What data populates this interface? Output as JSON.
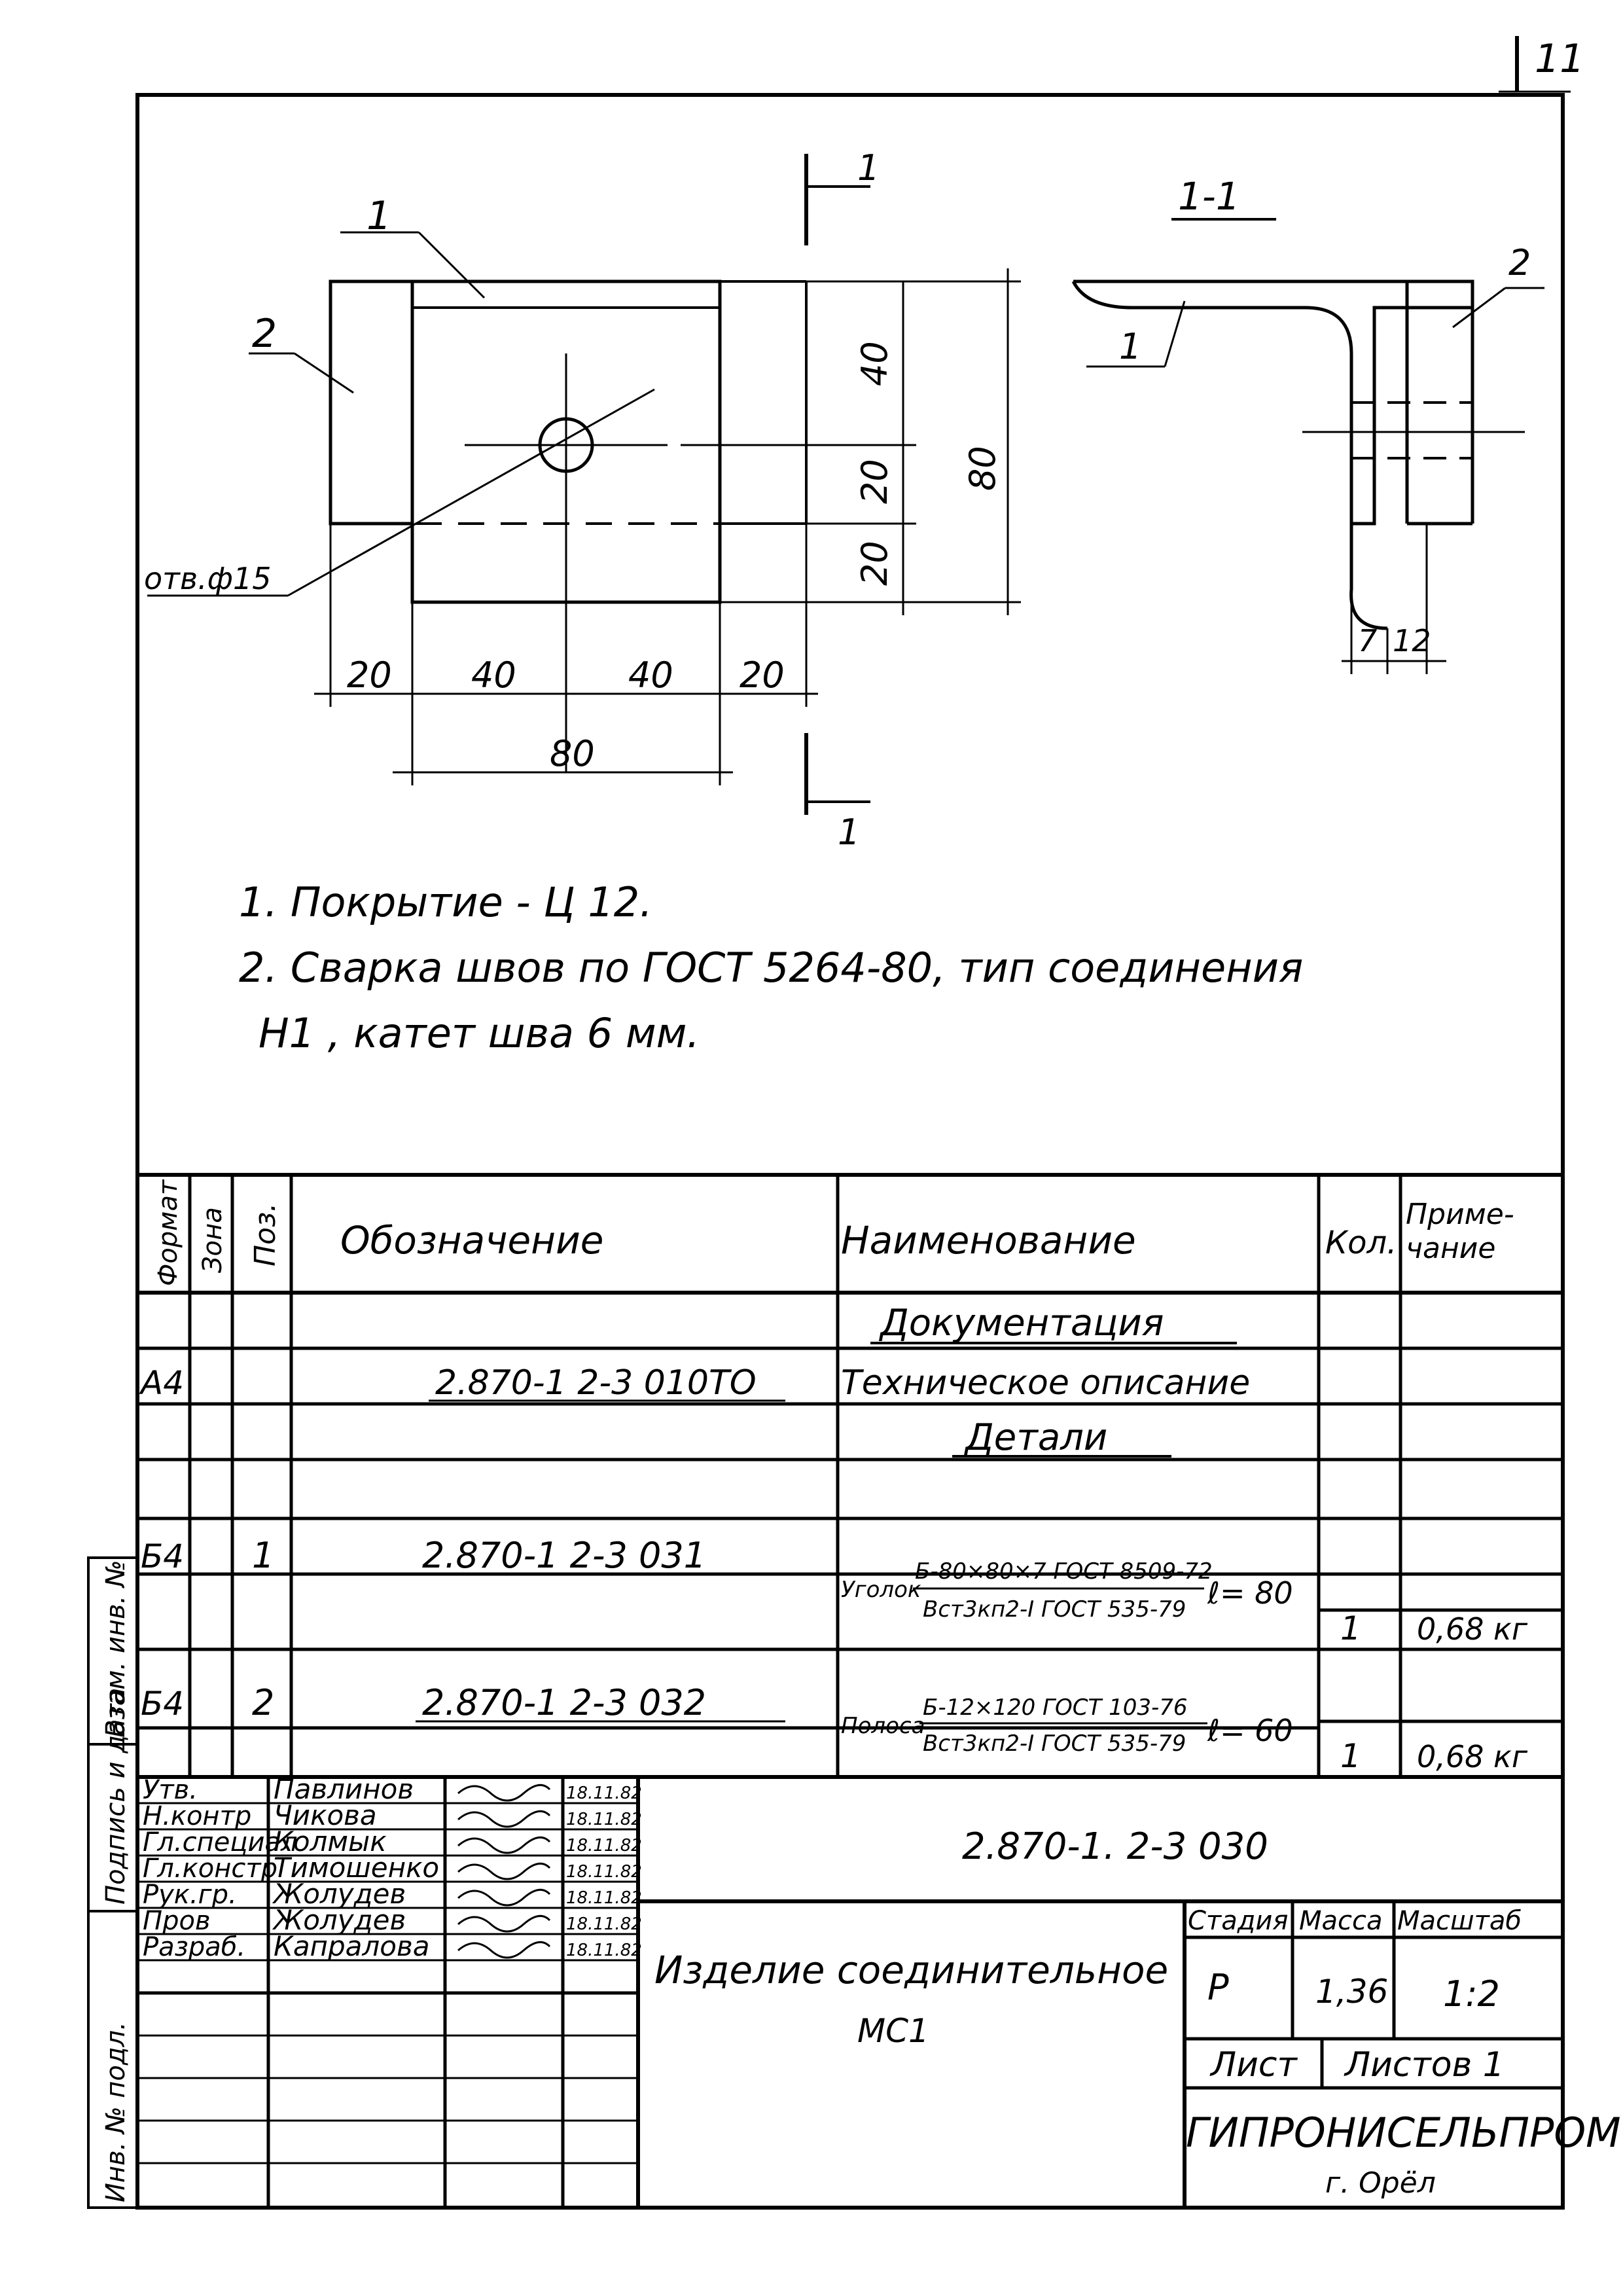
{
  "sheet_number": "11",
  "drawing": {
    "callout_1": "1",
    "callout_2": "2",
    "hole_label": "отв.ф15",
    "dim_40": "40",
    "dim_20a": "20",
    "dim_20b": "20",
    "dim_80v": "80",
    "dim_bottom": [
      "20",
      "40",
      "40",
      "20"
    ],
    "dim_80h": "80",
    "section_mark": "1",
    "section_title": "1-1",
    "section_callout_1": "1",
    "section_callout_2": "2",
    "dim_7": "7",
    "dim_12": "12"
  },
  "notes": [
    "1. Покрытие - Ц 12.",
    "2. Сварка швов по ГОСТ 5264-80, тип соединения",
    "Н1 , катет шва 6 мм."
  ],
  "spec_table": {
    "headers": {
      "format": "Формат",
      "zone": "Зона",
      "pos": "Поз.",
      "designation": "Обозначение",
      "name": "Наименование",
      "qty": "Кол.",
      "note": "Приме-\nчание"
    },
    "section_docs": "Документация",
    "row_doc": {
      "format": "А4",
      "designation": "2.870-1 2-3 010ТО",
      "name": "Техническое описание"
    },
    "section_parts": "Детали",
    "row1": {
      "format": "Б4",
      "pos": "1",
      "designation": "2.870-1 2-3 031",
      "name_prefix": "Уголок",
      "name_num": "Б-80×80×7 ГОСТ 8509-72",
      "name_den": "Вст3кп2-I ГОСТ 535-79",
      "name_len": "ℓ= 80",
      "qty": "1",
      "note": "0,68 кг"
    },
    "row2": {
      "format": "Б4",
      "pos": "2",
      "designation": "2.870-1 2-3 032",
      "name_prefix": "Полоса",
      "name_num": "Б-12×120 ГОСТ 103-76",
      "name_den": "Вст3кп2-I ГОСТ 535-79",
      "name_len": "ℓ= 60",
      "qty": "1",
      "note": "0,68 кг"
    }
  },
  "side_stamp": [
    "Инв. № подл.",
    "Подпись и дата",
    "Взам. инв. №"
  ],
  "title_block": {
    "signers": [
      {
        "role": "Утв.",
        "name": "Павлинов",
        "date": "18.11.82"
      },
      {
        "role": "Н.контр",
        "name": "Чикова",
        "date": "18.11.82"
      },
      {
        "role": "Гл.специал",
        "name": "Колмык",
        "date": "18.11.82"
      },
      {
        "role": "Гл.констр",
        "name": "Тимошенко",
        "date": "18.11.82"
      },
      {
        "role": "Рук.гр.",
        "name": "Жолудев",
        "date": "18.11.82"
      },
      {
        "role": "Пров",
        "name": "Жолудев",
        "date": "18.11.82"
      },
      {
        "role": "Разраб.",
        "name": "Капралова",
        "date": "18.11.82"
      }
    ],
    "doc_number": "2.870-1. 2-3 030",
    "item_name_line1": "Изделие соединительное",
    "item_name_line2": "МС1",
    "stage_label": "Стадия",
    "mass_label": "Масса",
    "scale_label": "Масштаб",
    "stage": "Р",
    "mass": "1,36",
    "scale": "1:2",
    "sheet_label": "Лист",
    "sheets_label": "Листов 1",
    "org_name": "ГИПРОНИСЕЛЬПРОМ",
    "org_city": "г. Орёл"
  }
}
